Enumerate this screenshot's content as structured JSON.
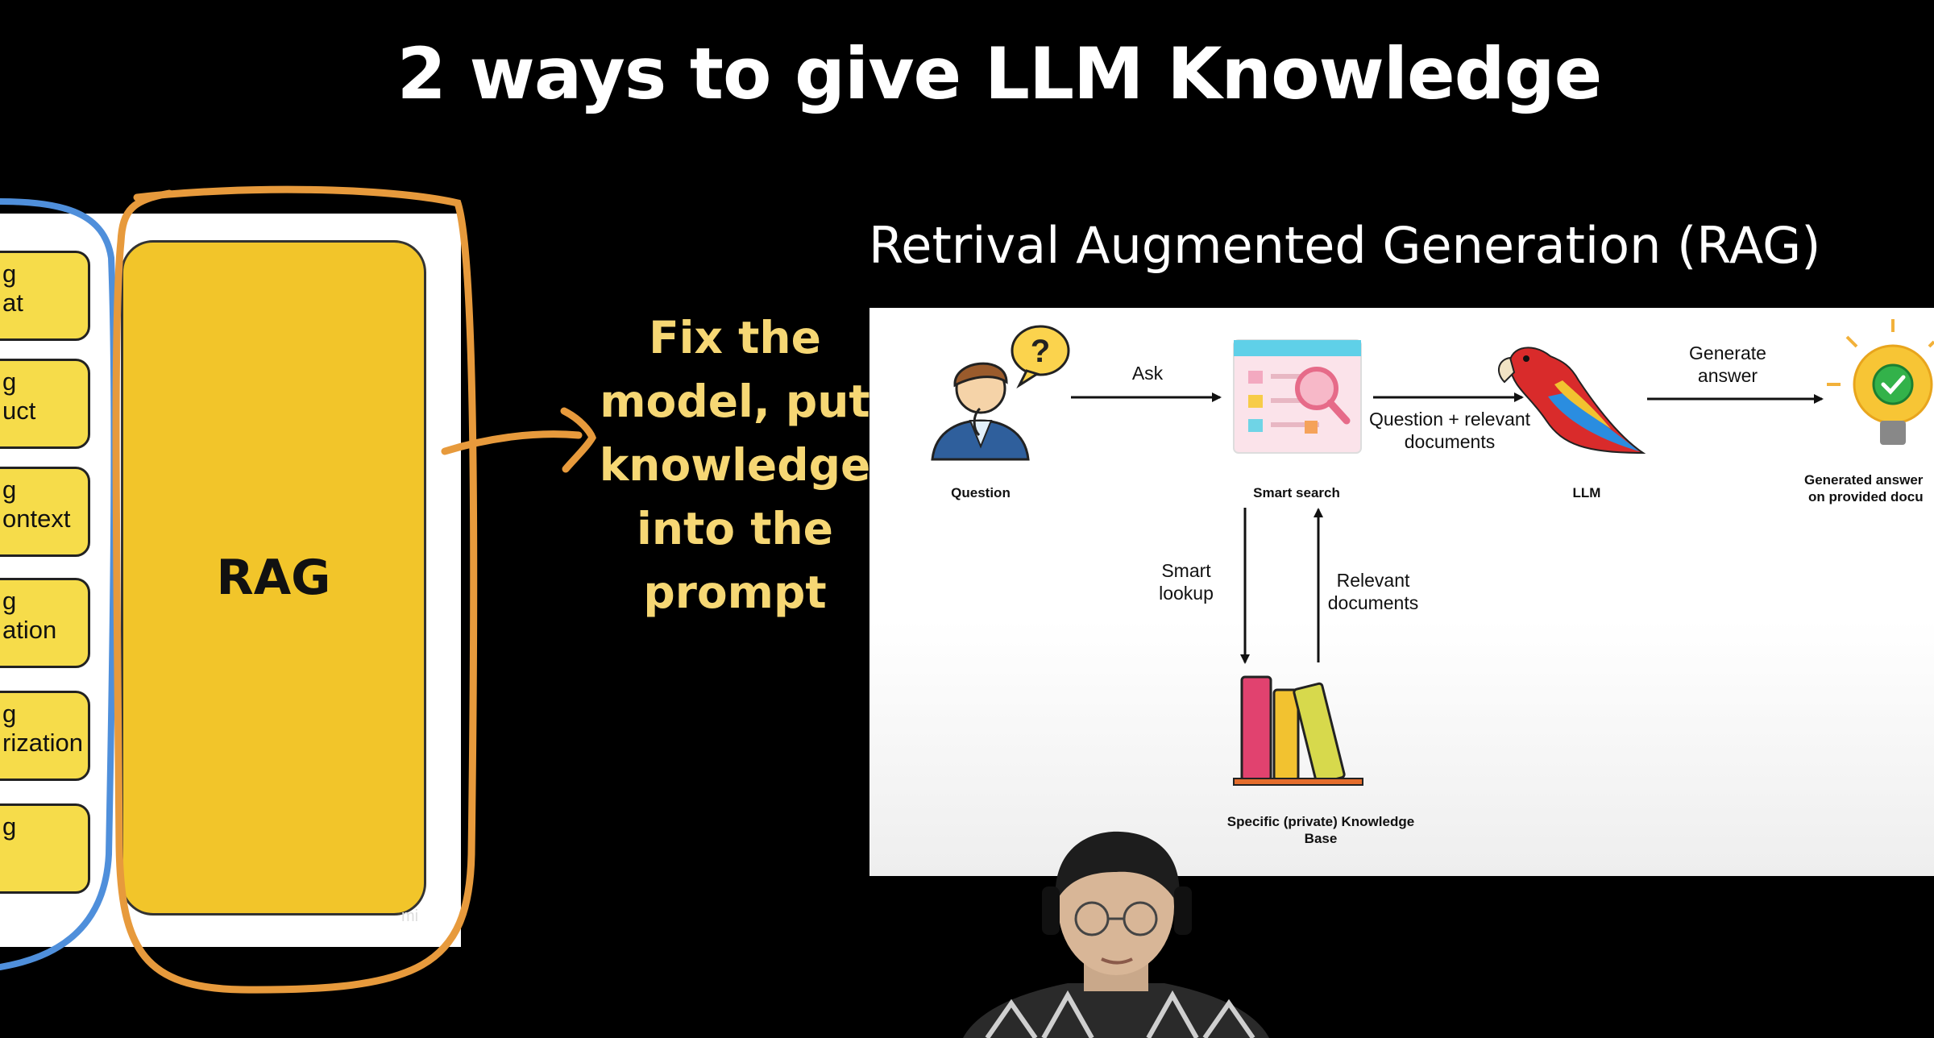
{
  "title": "2 ways to give LLM Knowledge",
  "left_board": {
    "stages": [
      {
        "l1": "g",
        "l2": "at"
      },
      {
        "l1": "g",
        "l2": "uct"
      },
      {
        "l1": "g",
        "l2": "ontext"
      },
      {
        "l1": "g",
        "l2": "ation"
      },
      {
        "l1": "g",
        "l2": "rization"
      },
      {
        "l1": "g",
        "l2": ""
      }
    ],
    "rag_label": "RAG",
    "watermark": "mi"
  },
  "fix_text": [
    "Fix the",
    "model, put",
    "knowledge",
    "into the",
    "prompt"
  ],
  "rag_heading": "Retrival Augmented Generation (RAG)",
  "diagram": {
    "nodes": {
      "question": "Question",
      "smart_search": "Smart search",
      "llm": "LLM",
      "generated": [
        "Generated answer",
        "on provided docu"
      ],
      "knowledge_base": [
        "Specific (private) Knowledge",
        "Base"
      ]
    },
    "edges": {
      "ask": "Ask",
      "question_docs": [
        "Question + relevant",
        "documents"
      ],
      "generate": [
        "Generate",
        "answer"
      ],
      "smart_lookup": [
        "Smart",
        "lookup"
      ],
      "relevant_docs": [
        "Relevant",
        "documents"
      ]
    }
  },
  "colors": {
    "annotation_orange": "#e79a3c",
    "annotation_blue": "#4f8fdb",
    "stage_yellow": "#f6dc4a",
    "rag_yellow": "#f2c52a",
    "fix_text": "#f6d774"
  }
}
